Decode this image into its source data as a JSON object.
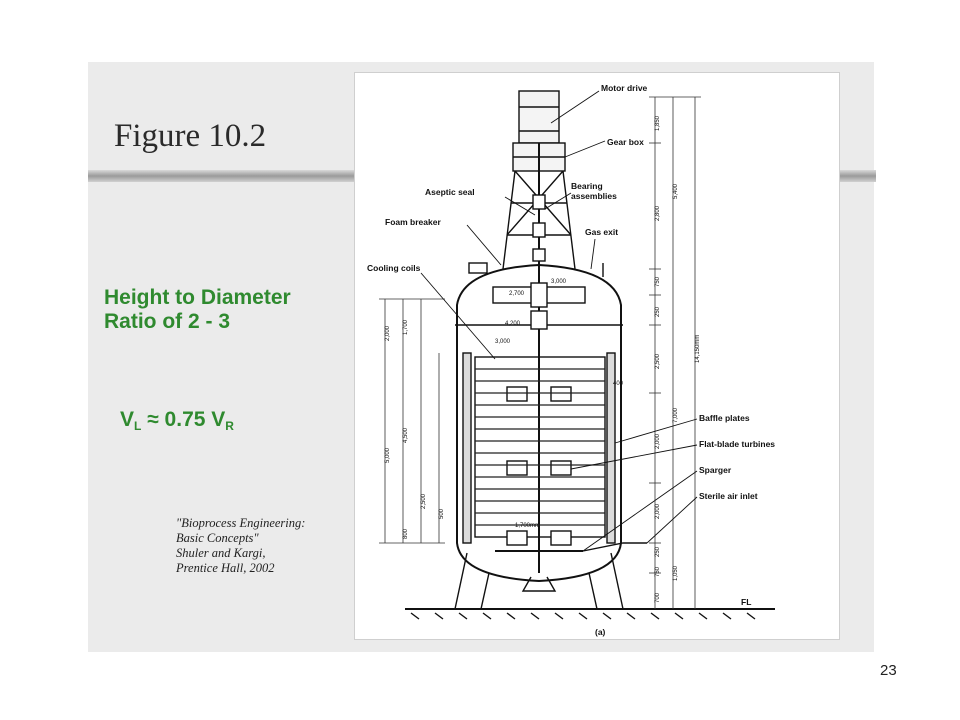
{
  "figure_title": "Figure 10.2",
  "heading": [
    "Height to Diameter",
    "Ratio of 2 - 3"
  ],
  "formula": {
    "v1": "V",
    "sub1": "L",
    "op": " ≈ 0.75 ",
    "v2": "V",
    "sub2": "R"
  },
  "citation": [
    "\"Bioprocess Engineering:",
    "Basic Concepts\"",
    "Shuler and Kargi,",
    "Prentice Hall, 2002"
  ],
  "labels": {
    "motor_drive": "Motor drive",
    "gear_box": "Gear box",
    "aseptic_seal": "Aseptic seal",
    "bearing": "Bearing",
    "assemblies": "assemblies",
    "foam_breaker": "Foam breaker",
    "gas_exit": "Gas exit",
    "cooling_coils": "Cooling coils",
    "baffle_plates": "Baffle plates",
    "flat_blade": "Flat-blade turbines",
    "sparger": "Sparger",
    "sterile_air": "Sterile air inlet",
    "fl": "FL",
    "panel": "(a)"
  },
  "dims": {
    "d3000_top": "3,000",
    "d2700": "2,700",
    "d4200": "4,200",
    "d3000_mid": "3,000",
    "d1700mm": "1,700mm",
    "d400": "400",
    "r1850": "1,850",
    "r2800": "2,800",
    "r5400": "5,400",
    "r750a": "750",
    "r250a": "250",
    "r2500": "2,500",
    "r2000a": "2,000",
    "r7000": "7,000",
    "r2000b": "2,000",
    "r250b": "250",
    "r750b": "750",
    "r1050": "1,050",
    "r700": "700",
    "r14150": "14,150mm",
    "l2000": "2,000",
    "l1700": "1,700",
    "l5000": "5,000",
    "l4500": "4,500",
    "l2500": "2,500",
    "l800": "800",
    "l500": "500"
  },
  "page_number": "23"
}
